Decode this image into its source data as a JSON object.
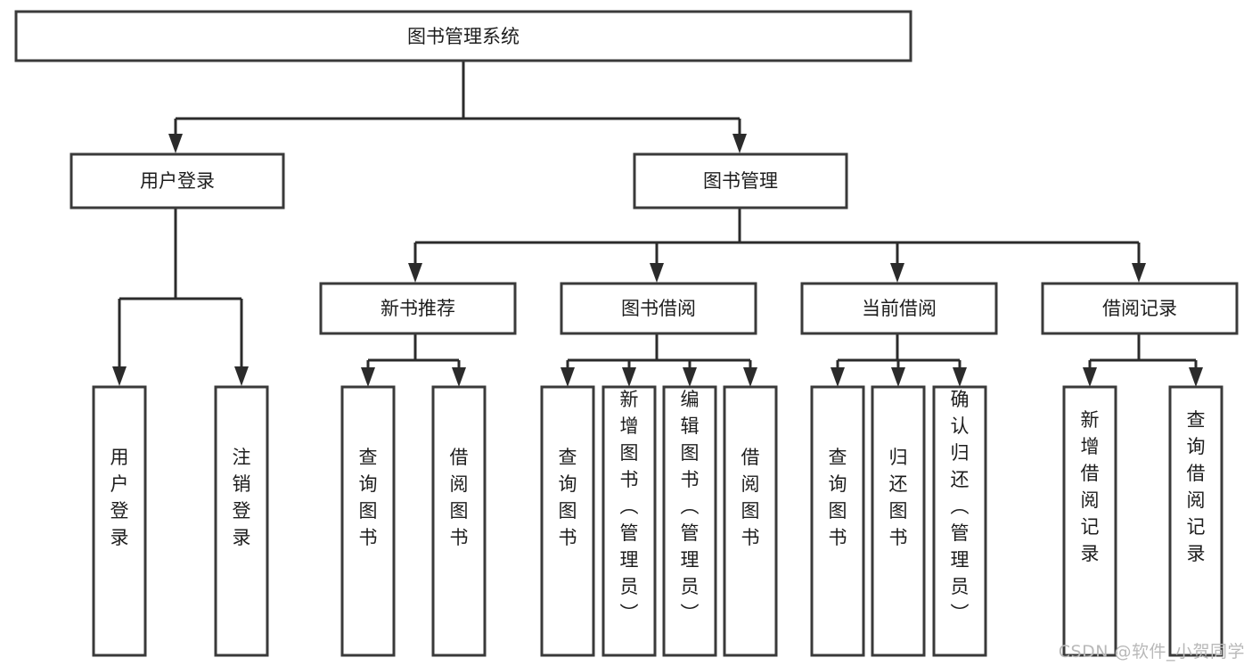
{
  "diagram": {
    "type": "tree",
    "title": "图书管理系统",
    "orientation": "top-down",
    "colors": {
      "box_fill": "#ffffff",
      "box_stroke": "#3a3a3a",
      "connector": "#2b2b2b",
      "text": "#1d1d1d",
      "watermark": "#b9b9b9",
      "background": "#ffffff"
    },
    "root": {
      "id": "root",
      "label": "图书管理系统",
      "orientation": "horizontal"
    },
    "level2": [
      {
        "id": "user-login",
        "label": "用户登录",
        "orientation": "horizontal"
      },
      {
        "id": "book-manage",
        "label": "图书管理",
        "orientation": "horizontal"
      }
    ],
    "level3": [
      {
        "id": "new-book-recommend",
        "label": "新书推荐",
        "orientation": "horizontal",
        "parent": "book-manage"
      },
      {
        "id": "book-borrow",
        "label": "图书借阅",
        "orientation": "horizontal",
        "parent": "book-manage"
      },
      {
        "id": "current-borrow",
        "label": "当前借阅",
        "orientation": "horizontal",
        "parent": "book-manage"
      },
      {
        "id": "borrow-record",
        "label": "借阅记录",
        "orientation": "horizontal",
        "parent": "book-manage"
      }
    ],
    "leaves": [
      {
        "id": "leaf-user-login",
        "label": "用户登录",
        "orientation": "vertical",
        "parent": "user-login"
      },
      {
        "id": "leaf-logout",
        "label": "注销登录",
        "orientation": "vertical",
        "parent": "user-login"
      },
      {
        "id": "leaf-query-book-1",
        "label": "查询图书",
        "orientation": "vertical",
        "parent": "new-book-recommend"
      },
      {
        "id": "leaf-borrow-book-1",
        "label": "借阅图书",
        "orientation": "vertical",
        "parent": "new-book-recommend"
      },
      {
        "id": "leaf-query-book-2",
        "label": "查询图书",
        "orientation": "vertical",
        "parent": "book-borrow"
      },
      {
        "id": "leaf-add-book",
        "label": "新增图书（管理员）",
        "orientation": "vertical",
        "parent": "book-borrow"
      },
      {
        "id": "leaf-edit-book",
        "label": "编辑图书（管理员）",
        "orientation": "vertical",
        "parent": "book-borrow"
      },
      {
        "id": "leaf-borrow-book-2",
        "label": "借阅图书",
        "orientation": "vertical",
        "parent": "book-borrow"
      },
      {
        "id": "leaf-query-book-3",
        "label": "查询图书",
        "orientation": "vertical",
        "parent": "current-borrow"
      },
      {
        "id": "leaf-return-book",
        "label": "归还图书",
        "orientation": "vertical",
        "parent": "current-borrow"
      },
      {
        "id": "leaf-confirm-return",
        "label": "确认归还（管理员）",
        "orientation": "vertical",
        "parent": "current-borrow"
      },
      {
        "id": "leaf-add-record",
        "label": "新增借阅记录",
        "orientation": "vertical",
        "parent": "borrow-record"
      },
      {
        "id": "leaf-query-record",
        "label": "查询借阅记录",
        "orientation": "vertical",
        "parent": "borrow-record"
      }
    ]
  },
  "watermark": {
    "text": "CSDN @软件_小贺同学"
  }
}
